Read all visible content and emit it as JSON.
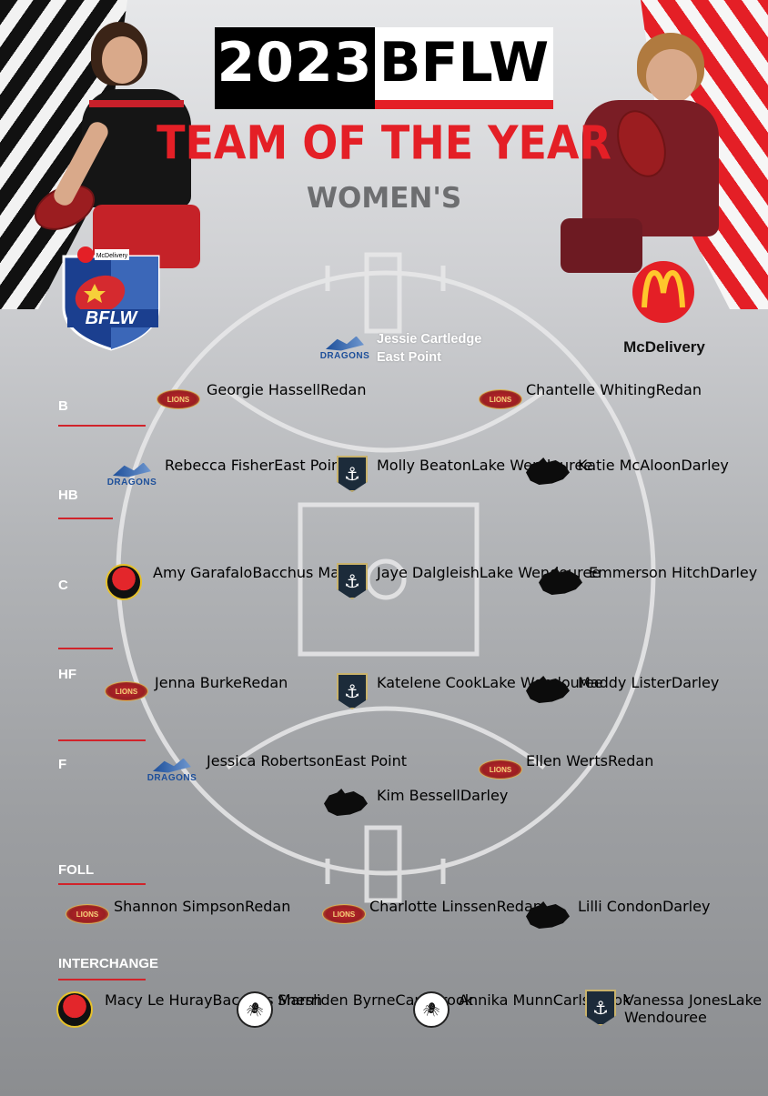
{
  "header": {
    "year": "2023",
    "league": "BFLW",
    "title": "TEAM OF THE YEAR",
    "subtitle": "WOMEN'S"
  },
  "sponsor": {
    "label": "McDelivery"
  },
  "bflw_logo": {
    "label": "BFLW",
    "sublabel": "McDelivery"
  },
  "colors": {
    "accent": "#e41f26",
    "dark": "#000000",
    "subtitle_grey": "#6d6e70"
  },
  "rows": [
    {
      "label": "B"
    },
    {
      "label": "HB"
    },
    {
      "label": "C"
    },
    {
      "label": "HF"
    },
    {
      "label": "F"
    },
    {
      "label": "FOLL"
    },
    {
      "label": "INTERCHANGE"
    }
  ],
  "players": [
    {
      "name": "Jessie Cartledge",
      "club": "East Point",
      "logo": "dragons-icon"
    },
    {
      "name": "Georgie Hassell",
      "club": "Redan",
      "logo": "lions-icon"
    },
    {
      "name": "Chantelle Whiting",
      "club": "Redan",
      "logo": "lions-icon"
    },
    {
      "name": "Rebecca Fisher",
      "club": "East Point",
      "logo": "dragons-icon"
    },
    {
      "name": "Molly Beaton",
      "club": "Lake Wendouree",
      "logo": "anchor-icon"
    },
    {
      "name": "Katie McAloon",
      "club": "Darley",
      "logo": "panther-icon"
    },
    {
      "name": "Amy Garafalo",
      "club": "Bacchus Marsh",
      "logo": "cobras-icon"
    },
    {
      "name": "Jaye Dalgleish",
      "club": "Lake Wendouree",
      "logo": "anchor-icon"
    },
    {
      "name": "Emmerson Hitch",
      "club": "Darley",
      "logo": "panther-icon"
    },
    {
      "name": "Jenna Burke",
      "club": "Redan",
      "logo": "lions-icon"
    },
    {
      "name": "Katelene Cook",
      "club": "Lake Wendouree",
      "logo": "anchor-icon"
    },
    {
      "name": "Maddy Lister",
      "club": "Darley",
      "logo": "panther-icon"
    },
    {
      "name": "Jessica Robertson",
      "club": "East Point",
      "logo": "dragons-icon"
    },
    {
      "name": "Ellen Werts",
      "club": "Redan",
      "logo": "lions-icon"
    },
    {
      "name": "Kim Bessell",
      "club": "Darley",
      "logo": "panther-icon"
    },
    {
      "name": "Shannon Simpson",
      "club": "Redan",
      "logo": "lions-icon"
    },
    {
      "name": "Charlotte Linssen",
      "club": "Redan",
      "logo": "lions-icon"
    },
    {
      "name": "Lilli Condon",
      "club": "Darley",
      "logo": "panther-icon"
    },
    {
      "name": "Macy Le Huray",
      "club": "Bacchus Marsh",
      "logo": "cobras-icon"
    },
    {
      "name": "Sherriden Byrne",
      "club": "Carlsbrook",
      "logo": "redbacks-icon"
    },
    {
      "name": "Annika Munn",
      "club": "Carlsbrook",
      "logo": "redbacks-icon"
    },
    {
      "name": "Vanessa Jones",
      "club": "Lake Wendouree",
      "logo": "anchor-icon"
    }
  ],
  "logo_text": {
    "lions": "LIONS",
    "dragons": "DRAGONS"
  }
}
